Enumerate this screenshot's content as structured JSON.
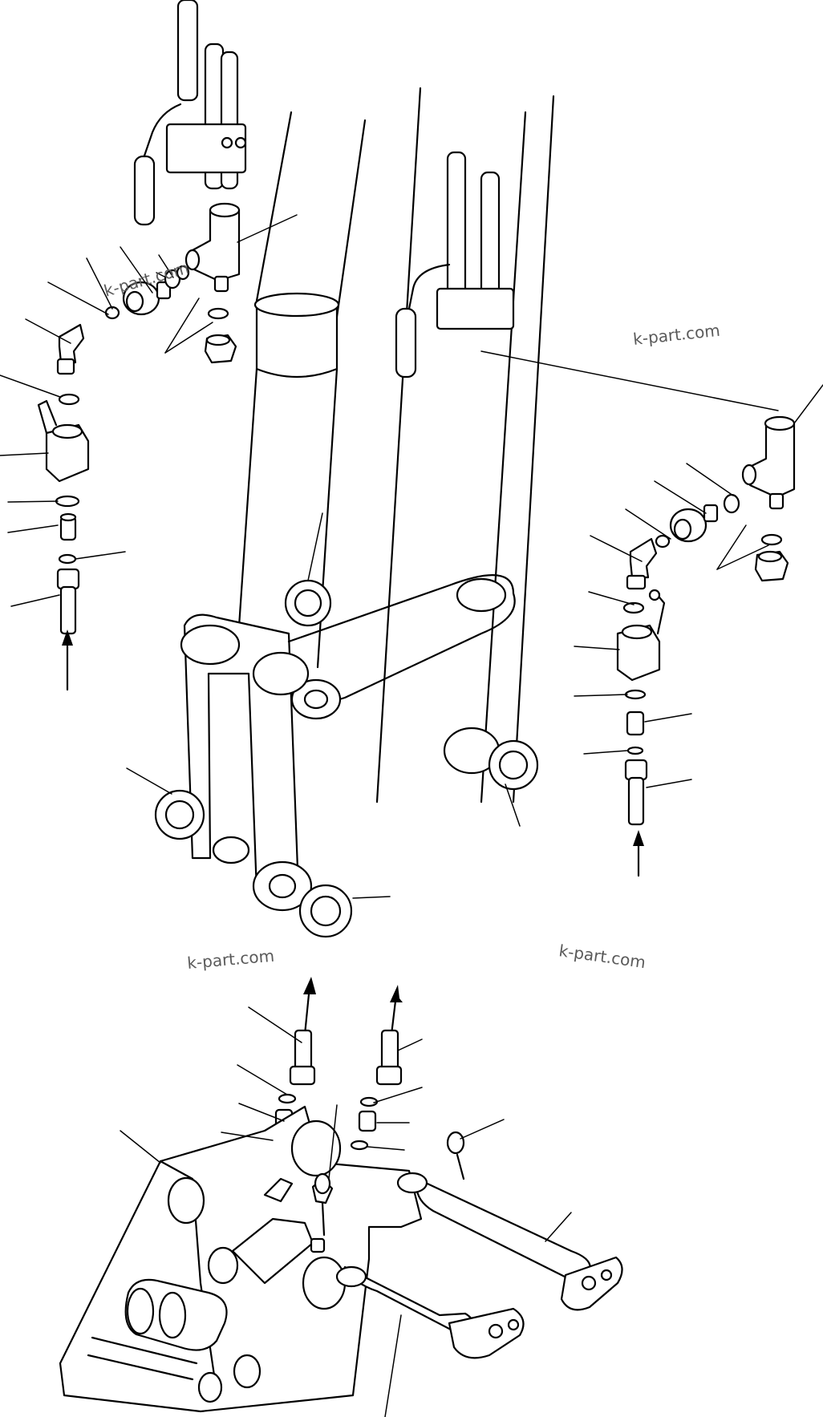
{
  "watermarks": [
    "k-part.com",
    "k-part.com",
    "k-part.com",
    "k-part.com"
  ],
  "colors": {
    "line": "#000000",
    "background": "#ffffff",
    "watermark": "#5a5a5a"
  }
}
